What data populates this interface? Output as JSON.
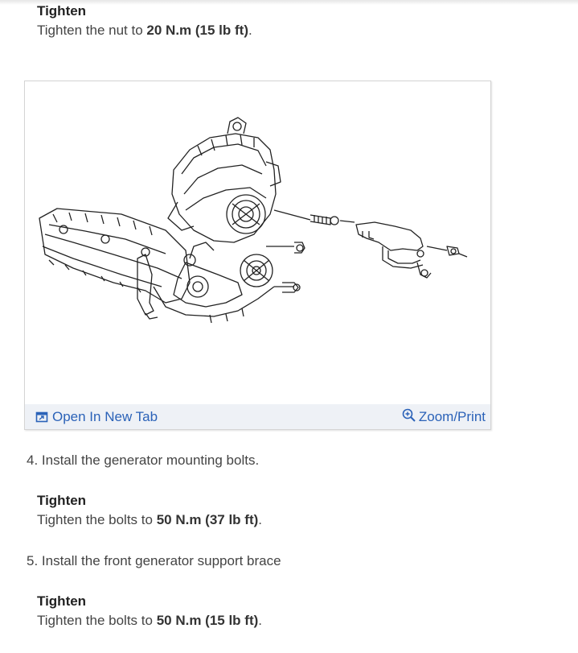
{
  "steps_top": {
    "tighten_title": "Tighten",
    "tighten_prefix": "Tighten the nut to ",
    "tighten_value": "20 N.m (15 lb ft)",
    "tighten_suffix": "."
  },
  "figure": {
    "open_label": "Open In New Tab",
    "zoom_label": "Zoom/Print",
    "open_icon": "open-in-new-tab-icon",
    "zoom_icon": "zoom-in-icon"
  },
  "step4": {
    "text": "4. Install the generator mounting bolts.",
    "tighten_title": "Tighten",
    "tighten_prefix": "Tighten the bolts to ",
    "tighten_value": "50 N.m (37 lb ft)",
    "tighten_suffix": "."
  },
  "step5": {
    "text": "5. Install the front generator support brace",
    "tighten_title": "Tighten",
    "tighten_prefix": "Tighten the bolts to ",
    "tighten_value": "50 N.m (15 lb ft)",
    "tighten_suffix": "."
  },
  "colors": {
    "link": "#2b62b8",
    "toolbar_bg": "#eef1f6",
    "text": "#444444"
  }
}
